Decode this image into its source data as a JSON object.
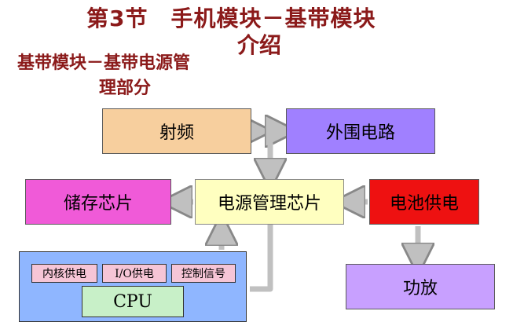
{
  "title": {
    "line1": "第3节　手机模块－基带模块",
    "line2": "介绍"
  },
  "subtitle": {
    "line1": "基带模块－基带电源管",
    "line2": "理部分"
  },
  "nodes": {
    "rf": "射频",
    "peripheral": "外围电路",
    "storage": "储存芯片",
    "pmu": "电源管理芯片",
    "battery": "电池供电",
    "pa": "功放",
    "baseband": {
      "core_power": "内核供电",
      "io_power": "I/O供电",
      "control_signal": "控制信号",
      "cpu": "CPU"
    }
  },
  "colors": {
    "title": "#8b1a1a",
    "arrow": "#c0c0c0",
    "rf": "#f7cf9e",
    "peripheral": "#a080ff",
    "storage": "#f05ad8",
    "pmu": "#ffffc0",
    "battery": "#ee1111",
    "pa": "#c8a0ff",
    "baseband": "#8fb6ff",
    "chip": "#f6c5d6",
    "cpu": "#c8f0c8"
  }
}
